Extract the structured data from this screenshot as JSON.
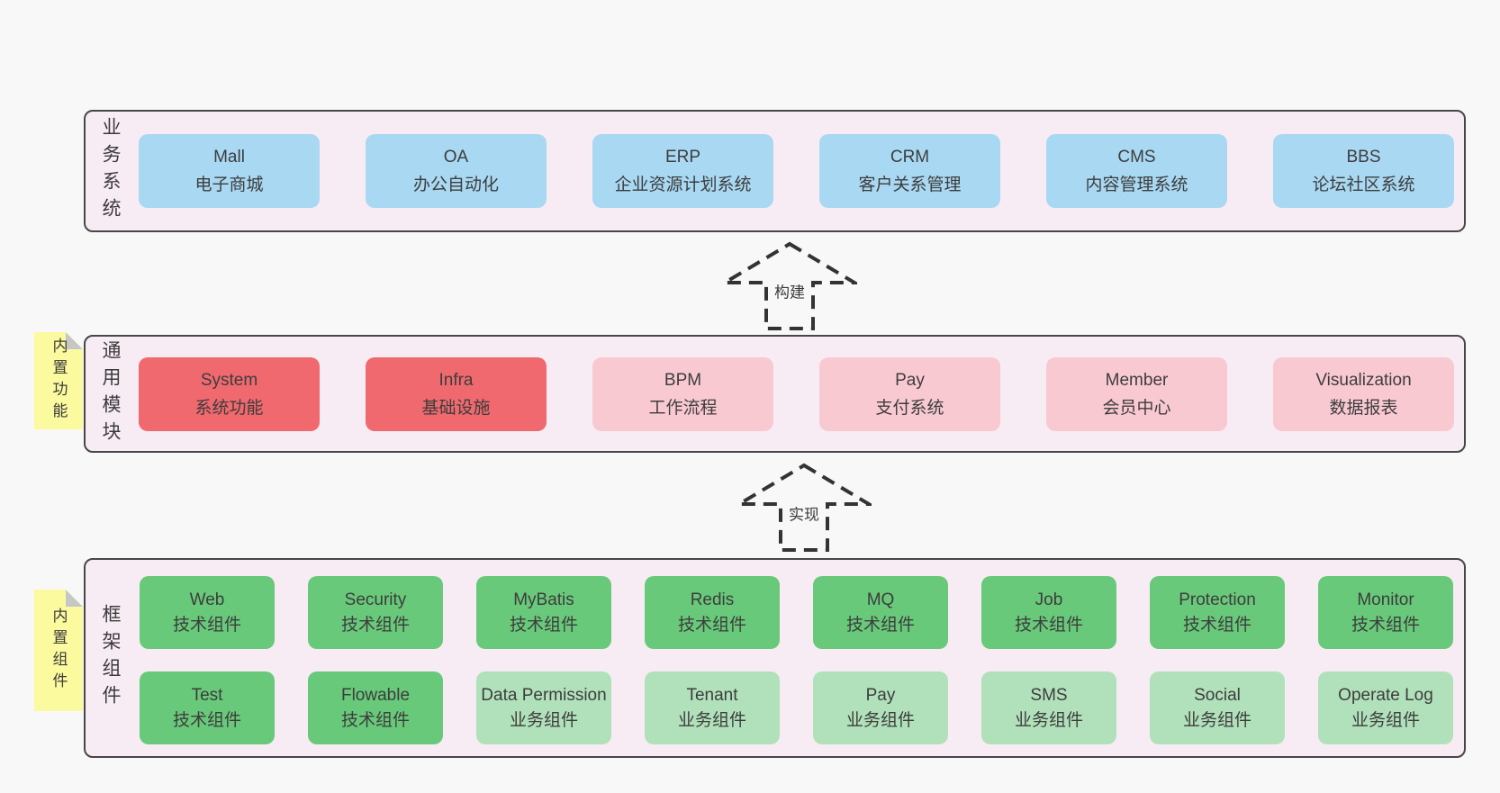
{
  "page": {
    "background": "#f8f8f8"
  },
  "colors": {
    "layer_fill": "#f8ecf4",
    "layer_border": "#474747",
    "note_fill": "#fcfa9e",
    "note_fold": "#c6c6c6",
    "arrow_stroke": "#333333",
    "text": "#3d3d3d",
    "blue": "#a9d8f3",
    "red": "#f0696e",
    "pink": "#f9c9d2",
    "green": "#69c97a",
    "lightgreen": "#b1e1ba"
  },
  "arrows": [
    {
      "id": "build",
      "label": "构建"
    },
    {
      "id": "implement",
      "label": "实现"
    }
  ],
  "layers": [
    {
      "label": "业务系统",
      "note": null,
      "rows": [
        [
          {
            "title": "Mall",
            "subtitle": "电子商城",
            "variant": "blue"
          },
          {
            "title": "OA",
            "subtitle": "办公自动化",
            "variant": "blue"
          },
          {
            "title": "ERP",
            "subtitle": "企业资源计划系统",
            "variant": "blue"
          },
          {
            "title": "CRM",
            "subtitle": "客户关系管理",
            "variant": "blue"
          },
          {
            "title": "CMS",
            "subtitle": "内容管理系统",
            "variant": "blue"
          },
          {
            "title": "BBS",
            "subtitle": "论坛社区系统",
            "variant": "blue"
          }
        ]
      ]
    },
    {
      "label": "通用模块",
      "note": "内置功能",
      "rows": [
        [
          {
            "title": "System",
            "subtitle": "系统功能",
            "variant": "red"
          },
          {
            "title": "Infra",
            "subtitle": "基础设施",
            "variant": "red"
          },
          {
            "title": "BPM",
            "subtitle": "工作流程",
            "variant": "pink"
          },
          {
            "title": "Pay",
            "subtitle": "支付系统",
            "variant": "pink"
          },
          {
            "title": "Member",
            "subtitle": "会员中心",
            "variant": "pink"
          },
          {
            "title": "Visualization",
            "subtitle": "数据报表",
            "variant": "pink"
          }
        ]
      ]
    },
    {
      "label": "框架组件",
      "note": "内置组件",
      "rows": [
        [
          {
            "title": "Web",
            "subtitle": "技术组件",
            "variant": "green"
          },
          {
            "title": "Security",
            "subtitle": "技术组件",
            "variant": "green"
          },
          {
            "title": "MyBatis",
            "subtitle": "技术组件",
            "variant": "green"
          },
          {
            "title": "Redis",
            "subtitle": "技术组件",
            "variant": "green"
          },
          {
            "title": "MQ",
            "subtitle": "技术组件",
            "variant": "green"
          },
          {
            "title": "Job",
            "subtitle": "技术组件",
            "variant": "green"
          },
          {
            "title": "Protection",
            "subtitle": "技术组件",
            "variant": "green"
          },
          {
            "title": "Monitor",
            "subtitle": "技术组件",
            "variant": "green"
          }
        ],
        [
          {
            "title": "Test",
            "subtitle": "技术组件",
            "variant": "green"
          },
          {
            "title": "Flowable",
            "subtitle": "技术组件",
            "variant": "green"
          },
          {
            "title": "Data Permission",
            "subtitle": "业务组件",
            "variant": "lightgreen"
          },
          {
            "title": "Tenant",
            "subtitle": "业务组件",
            "variant": "lightgreen"
          },
          {
            "title": "Pay",
            "subtitle": "业务组件",
            "variant": "lightgreen"
          },
          {
            "title": "SMS",
            "subtitle": "业务组件",
            "variant": "lightgreen"
          },
          {
            "title": "Social",
            "subtitle": "业务组件",
            "variant": "lightgreen"
          },
          {
            "title": "Operate Log",
            "subtitle": "业务组件",
            "variant": "lightgreen"
          }
        ]
      ]
    }
  ]
}
